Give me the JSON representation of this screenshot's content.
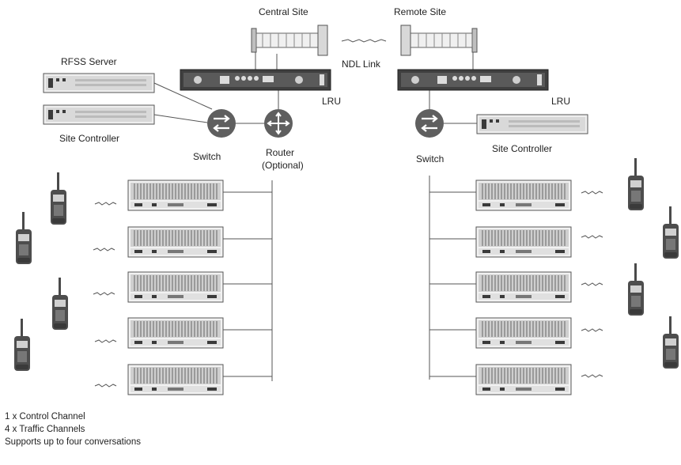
{
  "labels": {
    "central_site": "Central Site",
    "remote_site": "Remote Site",
    "ndl_link": "NDL Link",
    "rfss_server": "RFSS Server",
    "site_controller_left": "Site Controller",
    "site_controller_right": "Site Controller",
    "lru_left": "LRU",
    "lru_right": "LRU",
    "switch_left": "Switch",
    "switch_right": "Switch",
    "router_line1": "Router",
    "router_line2": "(Optional)"
  },
  "notes": [
    "1 x Control Channel",
    "4 x Traffic Channels",
    "Supports up to four conversations"
  ],
  "icons": {
    "switch": "switch-icon",
    "router": "router-icon",
    "radio": "portable-radio-icon",
    "antenna": "microwave-dish-icon"
  },
  "colors": {
    "device_fill": "#e8e8e8",
    "device_dark": "#3a3a3a",
    "icon_fill": "#5f5f5f",
    "line": "#555555"
  }
}
